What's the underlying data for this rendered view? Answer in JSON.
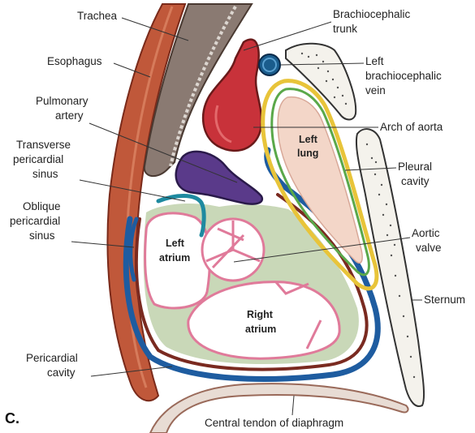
{
  "panel_letter": "C.",
  "labels": {
    "trachea": "Trachea",
    "esophagus": "Esophagus",
    "pulmonary_artery_1": "Pulmonary",
    "pulmonary_artery_2": "artery",
    "transverse_sinus_1": "Transverse",
    "transverse_sinus_2": "pericardial",
    "transverse_sinus_3": "sinus",
    "oblique_sinus_1": "Oblique",
    "oblique_sinus_2": "pericardial",
    "oblique_sinus_3": "sinus",
    "pericardial_cavity_1": "Pericardial",
    "pericardial_cavity_2": "cavity",
    "brachiocephalic_trunk_1": "Brachiocephalic",
    "brachiocephalic_trunk_2": "trunk",
    "left_brachiocephalic_vein_1": "Left",
    "left_brachiocephalic_vein_2": "brachiocephalic",
    "left_brachiocephalic_vein_3": "vein",
    "arch_of_aorta": "Arch of aorta",
    "pleural_cavity_1": "Pleural",
    "pleural_cavity_2": "cavity",
    "aortic_valve_1": "Aortic",
    "aortic_valve_2": "valve",
    "sternum": "Sternum",
    "central_tendon": "Central tendon of diaphragm",
    "left_lung_1": "Left",
    "left_lung_2": "lung",
    "left_atrium_1": "Left",
    "left_atrium_2": "atrium",
    "right_atrium_1": "Right",
    "right_atrium_2": "atrium"
  },
  "colors": {
    "background": "#ffffff",
    "esophagus": "#c0583a",
    "trachea": "#8a7a72",
    "aorta": "#c8323a",
    "pulmonary_artery": "#5a3a8a",
    "vein": "#1a5c8c",
    "pericardium_outer": "#1e5ca0",
    "pericardium_inner": "#7a2a20",
    "heart_fill": "#c9d8b8",
    "chamber_outline": "#e07a9a",
    "lung_fill": "#f3d6c8",
    "pleura_yellow": "#e8c43a",
    "pleura_green": "#5aa84a",
    "sternum_fill": "#f4f2ec",
    "diaphragm": "#9a6a5a"
  }
}
